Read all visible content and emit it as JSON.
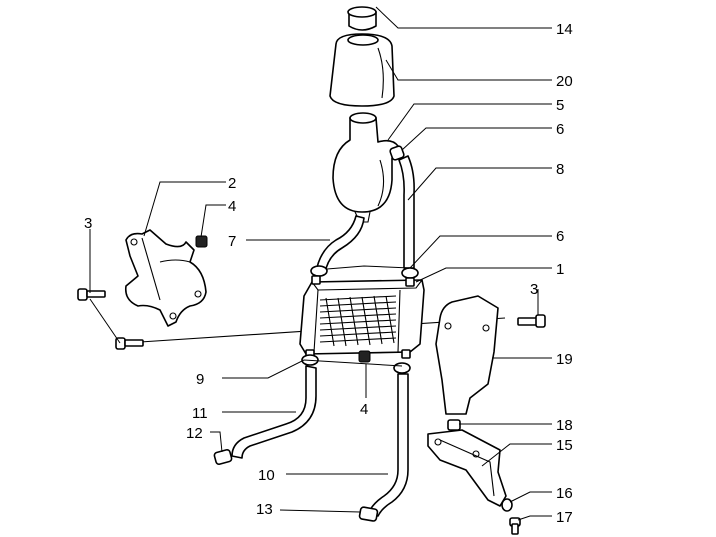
{
  "diagram": {
    "labels": {
      "l14": "14",
      "l20": "20",
      "l5": "5",
      "l6a": "6",
      "l8": "8",
      "l2": "2",
      "l4a": "4",
      "l3a": "3",
      "l7": "7",
      "l6b": "6",
      "l1": "1",
      "l3b": "3",
      "l19": "19",
      "l9": "9",
      "l4b": "4",
      "l11": "11",
      "l18": "18",
      "l12": "12",
      "l15": "15",
      "l10": "10",
      "l16": "16",
      "l13": "13",
      "l17": "17"
    }
  }
}
